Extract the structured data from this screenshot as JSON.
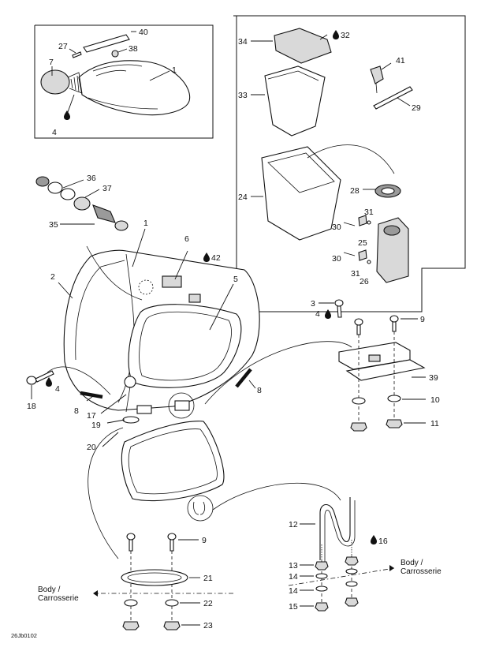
{
  "callouts": {
    "c40": "40",
    "c27": "27",
    "c38": "38",
    "c1a": "1",
    "c7": "7",
    "c4a": "4",
    "c34": "34",
    "c32": "32",
    "c33": "33",
    "c41": "41",
    "c29": "29",
    "c24": "24",
    "c28": "28",
    "c31a": "31",
    "c25": "25",
    "c30a": "30",
    "c30b": "30",
    "c31b": "31",
    "c26": "26",
    "c36": "36",
    "c37": "37",
    "c35": "35",
    "c1b": "1",
    "c6": "6",
    "c42": "42",
    "c2": "2",
    "c5": "5",
    "c3": "3",
    "c4b": "4",
    "c9a": "9",
    "c39": "39",
    "c10": "10",
    "c11": "11",
    "c18": "18",
    "c4c": "4",
    "c8a": "8",
    "c8b": "8",
    "c17": "17",
    "c19": "19",
    "c20": "20",
    "c12": "12",
    "c16": "16",
    "c13": "13",
    "c14a": "14",
    "c14b": "14",
    "c15": "15",
    "c9b": "9",
    "c21": "21",
    "c22": "22",
    "c23": "23"
  },
  "labels": {
    "body_right_1": "Body /",
    "body_right_2": "Carrosserie",
    "body_left_1": "Body /",
    "body_left_2": "Carrosserie"
  },
  "drawing_code": "26Jb0102",
  "icons": {
    "drop": "drop-icon"
  }
}
